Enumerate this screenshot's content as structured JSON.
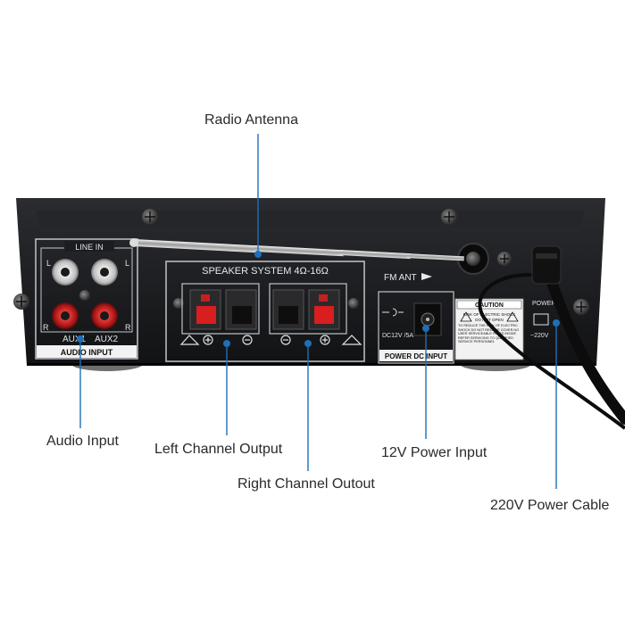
{
  "callouts": {
    "radio_antenna": "Radio Antenna",
    "audio_input": "Audio Input",
    "left_channel": "Left Channel Output",
    "right_channel": "Right Channel Outout",
    "power_input": "12V Power Input",
    "power_cable": "220V Power Cable"
  },
  "panel": {
    "line_in": "LINE IN",
    "aux1": "AUX1",
    "aux2": "AUX2",
    "audio_input": "AUDIO INPUT",
    "l": "L",
    "r": "R",
    "speaker_system": "SPEAKER SYSTEM 4Ω-16Ω",
    "fm_ant": "FM ANT",
    "dc_rating": "DC12V /5A",
    "power_dc_input": "POWER DC INPUT",
    "caution": "CAUTION",
    "caution_sub1": "RISK OF ELECTRIC SHOCK",
    "caution_sub2": "DO NOT OPEN",
    "caution_text": "TO REDUCE THE RISK OF ELECTRIC SHOCK DO NOT REMOVE COVER NO USER SERVICEABLE PARTS INSIDE REFER SERVICING TO QUALIFIED SERVICE PERSONNEL",
    "power": "POWER",
    "voltage": "~220V"
  },
  "colors": {
    "leader_line": "#1f6fb6",
    "chassis": "#1c1d20",
    "red_terminal": "#d81e1e"
  }
}
